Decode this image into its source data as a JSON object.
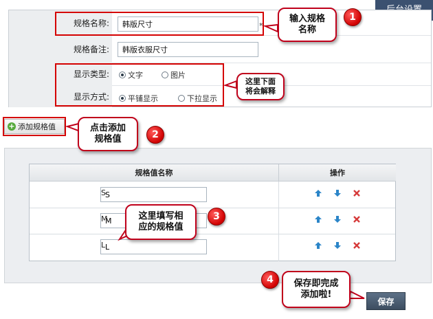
{
  "header": {
    "admin_tab": "后台设置"
  },
  "form": {
    "name_label": "规格名称:",
    "name_value": "韩版尺寸",
    "required_mark": "*",
    "remark_label": "规格备注:",
    "remark_value": "韩版衣服尺寸",
    "type_label": "显示类型:",
    "type_options": [
      {
        "label": "文字",
        "checked": true
      },
      {
        "label": "图片",
        "checked": false
      }
    ],
    "mode_label": "显示方式:",
    "mode_options": [
      {
        "label": "平铺显示",
        "checked": true
      },
      {
        "label": "下拉显示",
        "checked": false
      }
    ]
  },
  "add_button": {
    "label": "添加规格值"
  },
  "values_table": {
    "col_name": "规格值名称",
    "col_ops": "操作",
    "rows": [
      {
        "value": "S"
      },
      {
        "value": "M"
      },
      {
        "value": "L"
      }
    ]
  },
  "save_button": {
    "label": "保存"
  },
  "annotations": {
    "c1_line1": "输入规格",
    "c1_line2": "名称",
    "n1": "1",
    "c_explain_line1": "这里下面",
    "c_explain_line2": "将会解释",
    "c2_line1": "点击添加",
    "c2_line2": "规格值",
    "n2": "2",
    "c3_line1": "这里填写相",
    "c3_line2": "应的规格值",
    "n3": "3",
    "c4_line1": "保存即完成",
    "c4_line2": "添加啦!",
    "n4": "4"
  },
  "colors": {
    "annotation_red": "#d40000",
    "admin_tab": "#3b5170",
    "save_button": "#4a5c70",
    "add_icon": "#56a93c"
  }
}
